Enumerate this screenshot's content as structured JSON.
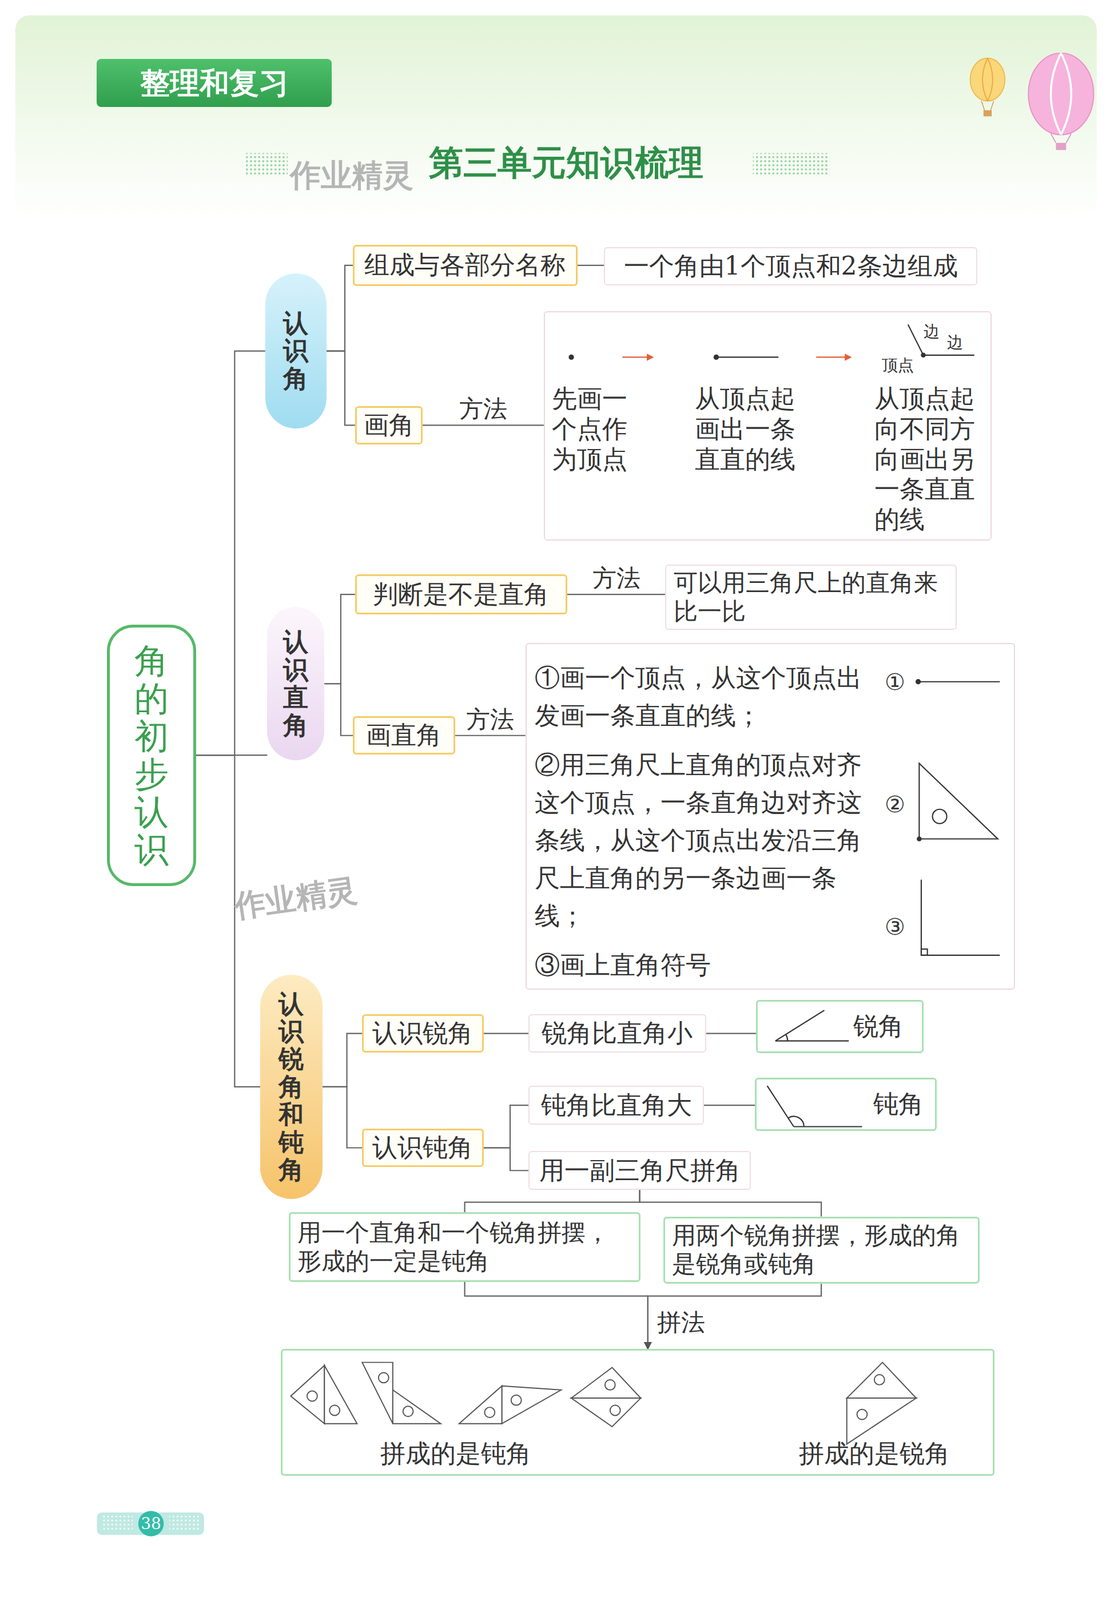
{
  "diagram": {
    "title": "第三单元知识梳理",
    "nodes": [
      {
        "text": [
          "整理和复习"
        ]
      },
      {
        "text": [
          "角的初步认识"
        ]
      },
      {
        "text": [
          "认识角"
        ]
      },
      {
        "text": [
          "组成与各部分名称"
        ]
      },
      {
        "text": [
          "一个角由1个顶点和2条边组成"
        ]
      },
      {
        "text": [
          "画角"
        ]
      },
      {
        "text": [
          "先画一个点作为顶点",
          "从顶点起画出一条直直的线",
          "从顶点起向不同方向画出另一条直直的线"
        ]
      },
      {
        "text": [
          "认识直角"
        ]
      },
      {
        "text": [
          "判断是不是直角"
        ]
      },
      {
        "text": [
          "可以用三角尺上的直角来比一比"
        ]
      },
      {
        "text": [
          "画直角"
        ]
      },
      {
        "text": [
          "①画一个顶点，从这个顶点出发画一条直直的线；",
          "②用三角尺上直角的顶点对齐这个顶点，一条直角边对齐这条线，从这个顶点出发沿三角尺上直角的另一条边画一条线；",
          "③画上直角符号"
        ]
      },
      {
        "text": [
          "认识锐角和钝角"
        ]
      },
      {
        "text": [
          "认识锐角"
        ]
      },
      {
        "text": [
          "锐角比直角小"
        ]
      },
      {
        "text": [
          "锐角"
        ]
      },
      {
        "text": [
          "认识钝角"
        ]
      },
      {
        "text": [
          "钝角比直角大"
        ]
      },
      {
        "text": [
          "钝角"
        ]
      },
      {
        "text": [
          "用一副三角尺拼角"
        ]
      },
      {
        "text": [
          "用一个直角和一个锐角拼摆，形成的一定是钝角"
        ]
      },
      {
        "text": [
          "用两个锐角拼摆，形成的角是锐角或钝角"
        ]
      },
      {
        "text": [
          "拼成的是钝角",
          "拼成的是锐角"
        ]
      }
    ],
    "edges": [
      {
        "from": 1,
        "to": 2,
        "arrow": "none"
      },
      {
        "from": 1,
        "to": 7,
        "arrow": "none"
      },
      {
        "from": 1,
        "to": 12,
        "arrow": "none"
      },
      {
        "from": 2,
        "to": 3,
        "arrow": "none"
      },
      {
        "from": 2,
        "to": 5,
        "arrow": "none"
      },
      {
        "from": 3,
        "to": 4,
        "arrow": "none"
      },
      {
        "from": 5,
        "to": 6,
        "label": "方法",
        "arrow": "none"
      },
      {
        "from": 7,
        "to": 8,
        "arrow": "none"
      },
      {
        "from": 7,
        "to": 10,
        "arrow": "none"
      },
      {
        "from": 8,
        "to": 9,
        "label": "方法",
        "arrow": "none"
      },
      {
        "from": 10,
        "to": 11,
        "label": "方法",
        "arrow": "none"
      },
      {
        "from": 12,
        "to": 13,
        "arrow": "none"
      },
      {
        "from": 12,
        "to": 16,
        "arrow": "none"
      },
      {
        "from": 13,
        "to": 14,
        "arrow": "none"
      },
      {
        "from": 14,
        "to": 15,
        "arrow": "none"
      },
      {
        "from": 16,
        "to": 17,
        "arrow": "none"
      },
      {
        "from": 16,
        "to": 19,
        "arrow": "none"
      },
      {
        "from": 17,
        "to": 18,
        "arrow": "none"
      },
      {
        "from": 19,
        "to": 20,
        "arrow": "none"
      },
      {
        "from": 19,
        "to": 21,
        "arrow": "none"
      },
      {
        "from": 20,
        "to": 22,
        "label": "拼法",
        "arrow": "to"
      },
      {
        "from": 21,
        "to": 22,
        "arrow": "to"
      }
    ],
    "labels": [
      "边",
      "边",
      "顶点",
      "①",
      "②",
      "③",
      "作业精灵",
      "作业精灵",
      "38"
    ]
  }
}
